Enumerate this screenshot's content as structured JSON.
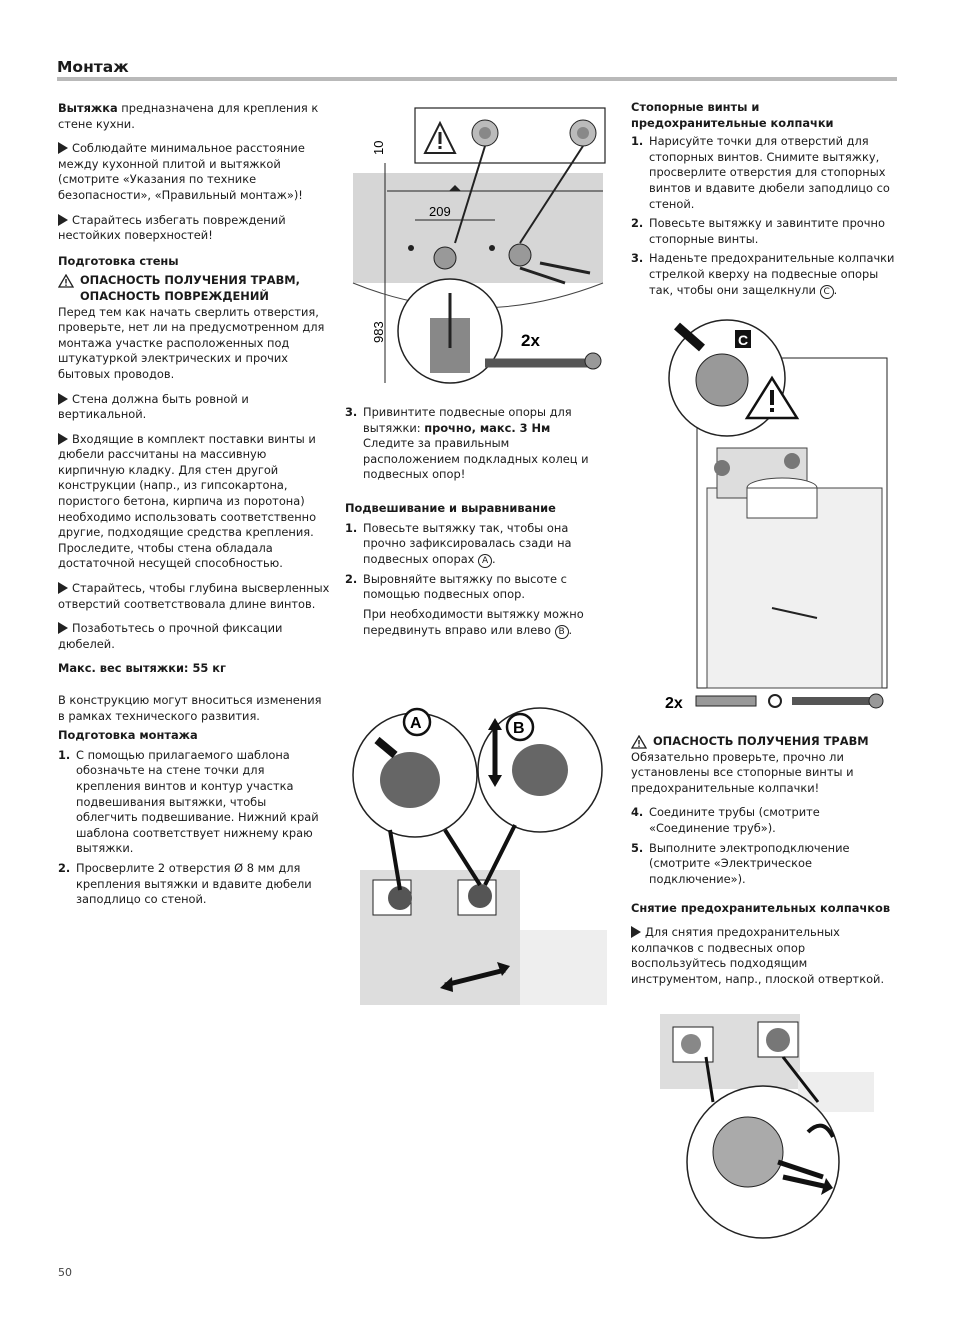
{
  "page": {
    "title": "Монтаж",
    "page_number": "50"
  },
  "col1": {
    "intro_bold": "Вытяжка",
    "intro_rest": " предназначена для крепления к стене кухни.",
    "bullet1": "Соблюдайте минимальное расстояние между кухонной плитой и вытяжкой (смотрите «Указания по технике безопасности», «Правильный монтаж»)!",
    "bullet2": "Старайтесь избегать повреждений нестойких поверхностей!",
    "h_wall": "Подготовка стены",
    "warn_title": "ОПАСНОСТЬ ПОЛУЧЕНИЯ ТРАВМ, ОПАСНОСТЬ ПОВРЕЖДЕНИЙ",
    "warn_text": "Перед тем как начать сверлить отверстия, проверьте, нет ли на предусмотренном для монтажа участке расположенных под штукатуркой электрических и прочих бытовых проводов.",
    "bullet3": "Стена должна быть ровной и вертикальной.",
    "bullet4": "Входящие в комплект поставки винты и дюбели рассчитаны на массивную кирпичную кладку. Для стен другой конструкции (напр., из гипсокартона, пористого бетона, кирпича из поротона) необходимо использовать соответственно другие, подходящие средства крепления. Проследите, чтобы стена обладала достаточной несущей способностью.",
    "bullet5": "Старайтесь, чтобы глубина высверленных отверстий соответствовала длине винтов.",
    "bullet6": "Позаботьтесь о прочной фиксации дюбелей.",
    "max_weight": "Макс. вес вытяжки: 55 кг",
    "changes": "В конструкцию могут вноситься изменения в рамках технического развития.",
    "h_prep": "Подготовка монтажа",
    "step1": "С помощью прилагаемого шаблона обозначьте на стене точки для крепления винтов и контур участка подвешивания вытяжки, чтобы облегчить подвешивание. Нижний край шаблона соответствует нижнему краю вытяжки.",
    "step2": "Просверлите 2 отверстия Ø 8 мм для крепления вытяжки и вдавите дюбели заподлицо со стеной."
  },
  "col2": {
    "step3_a": "Привинтите подвесные опоры для вытяжки: ",
    "step3_b": "прочно, макс. 3 Нм",
    "step3_c": "Следите за правильным расположением подкладных колец и подвесных опор!",
    "h_hang": "Подвешивание и выравнивание",
    "hang1": "Повесьте вытяжку так, чтобы она прочно зафиксировалась сзади на подвесных опорах",
    "hang2": "Выровняйте вытяжку по высоте с помощью подвесных опор.",
    "hang2_note": "При необходимости вытяжку можно передвинуть вправо или влево"
  },
  "col3": {
    "h_screws": "Стопорные винты и предохранительные колпачки",
    "s1": "Нарисуйте точки для отверстий для стопорных винтов. Снимите вытяжку, просверлите отверстия для стопорных винтов и вдавите дюбели заподлицо со стеной.",
    "s2": "Повесьте вытяжку и завинтите прочно стопорные винты.",
    "s3": "Наденьте предохранительные колпачки стрелкой кверху на подвесные опоры так, чтобы они защелкнули",
    "warn2_title": "ОПАСНОСТЬ ПОЛУЧЕНИЯ ТРАВМ",
    "warn2_text": "Обязательно проверьте, прочно ли установлены все стопорные винты и предохранительные колпачки!",
    "s4": "Соедините трубы (смотрите «Соединение труб»).",
    "s5": "Выполните электроподключение (смотрите «Электрическое подключение»).",
    "h_remove": "Снятие предохранительных колпачков",
    "remove": "Для снятия предохранительных колпачков с подвесных опор воспользуйтесь подходящим инструментом, напр., плоской отверткой."
  },
  "labels": {
    "n1": "1.",
    "n2": "2.",
    "n3": "3.",
    "n4": "4.",
    "n5": "5.",
    "A": "A",
    "B": "B",
    "C": "C",
    "x2": "2x",
    "d10": "10",
    "d209": "209",
    "d983": "983"
  }
}
